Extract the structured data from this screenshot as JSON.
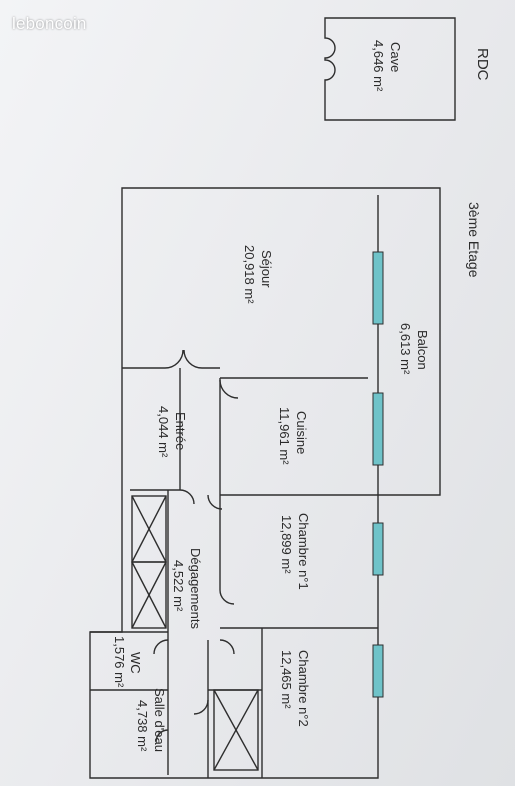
{
  "brand": {
    "name": "leboncoin"
  },
  "plan": {
    "ground_floor": {
      "title": "RDC",
      "cave": {
        "name": "Cave",
        "area": "4,646 m²"
      }
    },
    "third_floor": {
      "title": "3ème Etage",
      "rooms": {
        "balcon": {
          "name": "Balcon",
          "area": "6,613 m²"
        },
        "sejour": {
          "name": "Séjour",
          "area": "20,918 m²"
        },
        "cuisine": {
          "name": "Cuisine",
          "area": "11,961 m²"
        },
        "entree": {
          "name": "Entrée",
          "area": "4,044 m²"
        },
        "chambre1": {
          "name": "Chambre n°1",
          "area": "12,899 m²"
        },
        "degagements": {
          "name": "Dégagements",
          "area": "4,522 m²"
        },
        "chambre2": {
          "name": "Chambre n°2",
          "area": "12,465 m²"
        },
        "wc": {
          "name": "WC",
          "area": "1,576 m²"
        },
        "salle_eau": {
          "name": "Salle d'eau",
          "area": "4,738 m²"
        }
      }
    }
  },
  "colors": {
    "window": "#6fc3c9",
    "wall": "#2e2e2e"
  }
}
